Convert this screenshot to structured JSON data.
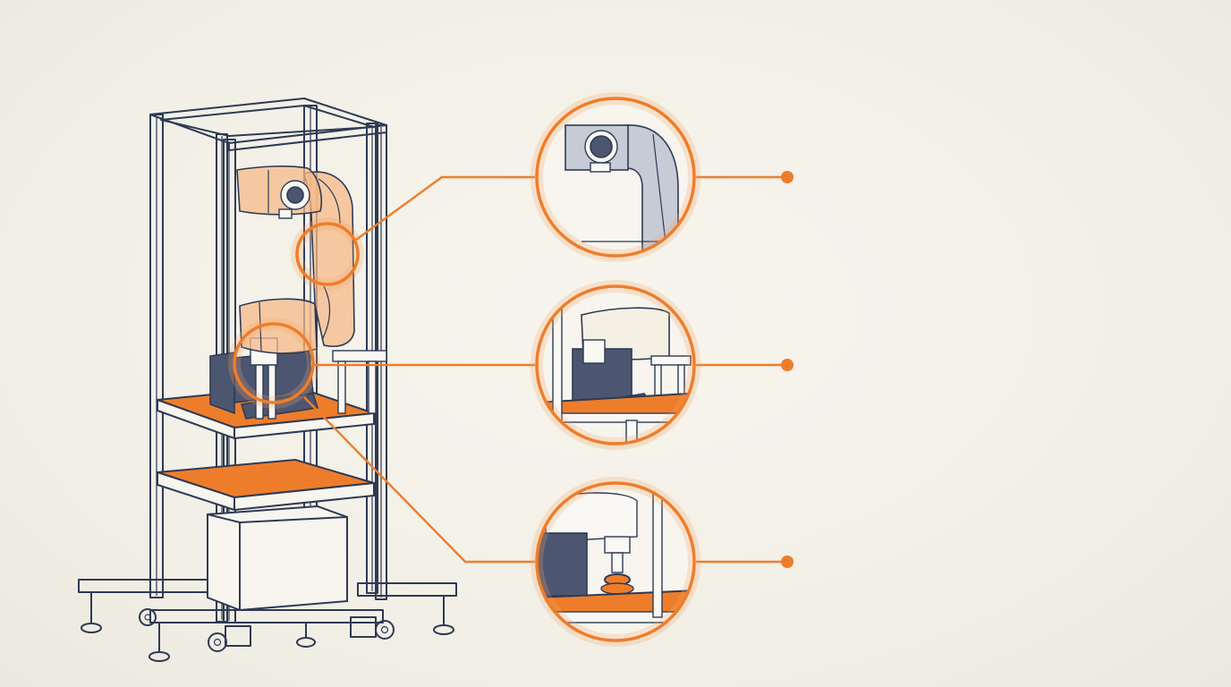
{
  "callouts": [
    {
      "id": "joint-elbow",
      "subject": "robot-arm-elbow-joint"
    },
    {
      "id": "joint-base",
      "subject": "robot-arm-base-mount"
    },
    {
      "id": "joint-tool",
      "subject": "end-effector-suction-tool"
    }
  ],
  "colors": {
    "accent": "#ee7d2b",
    "line": "#2e3a55",
    "background": "#f3f1e8",
    "arm_fill": "#f5b98a",
    "motor_dark": "#4c5670"
  }
}
